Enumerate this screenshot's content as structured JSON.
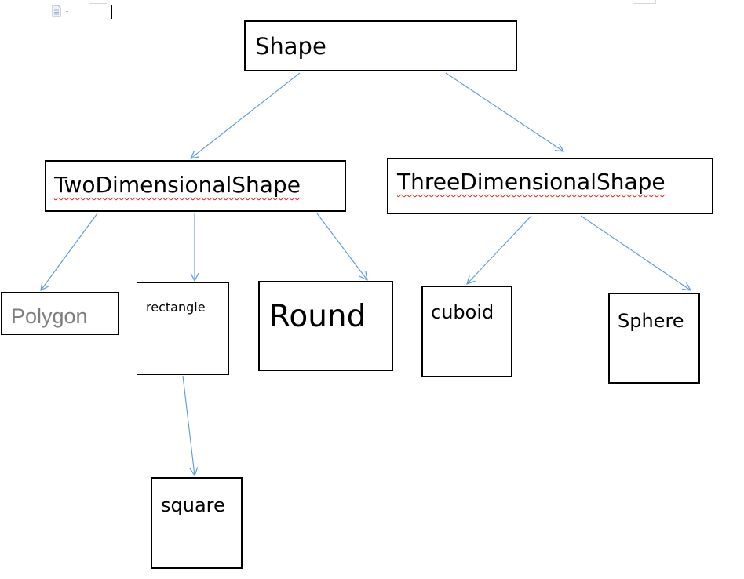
{
  "diagram": {
    "nodes": {
      "shape": "Shape",
      "two_d": "TwoDimensionalShape",
      "three_d": "ThreeDimensionalShape",
      "polygon": "Polygon",
      "rectangle": "rectangle",
      "round": "Round",
      "cuboid": "cuboid",
      "sphere": "Sphere",
      "square": "square"
    },
    "edges": [
      [
        "shape",
        "two_d"
      ],
      [
        "shape",
        "three_d"
      ],
      [
        "two_d",
        "polygon"
      ],
      [
        "two_d",
        "rectangle"
      ],
      [
        "two_d",
        "round"
      ],
      [
        "three_d",
        "cuboid"
      ],
      [
        "three_d",
        "sphere"
      ],
      [
        "rectangle",
        "square"
      ]
    ]
  },
  "colors": {
    "connector": "#5b9bd5",
    "spellcheck": "#e01b1b",
    "polygon_text": "#7f7f7f"
  },
  "toolbar": {
    "icon": "document-icon"
  }
}
